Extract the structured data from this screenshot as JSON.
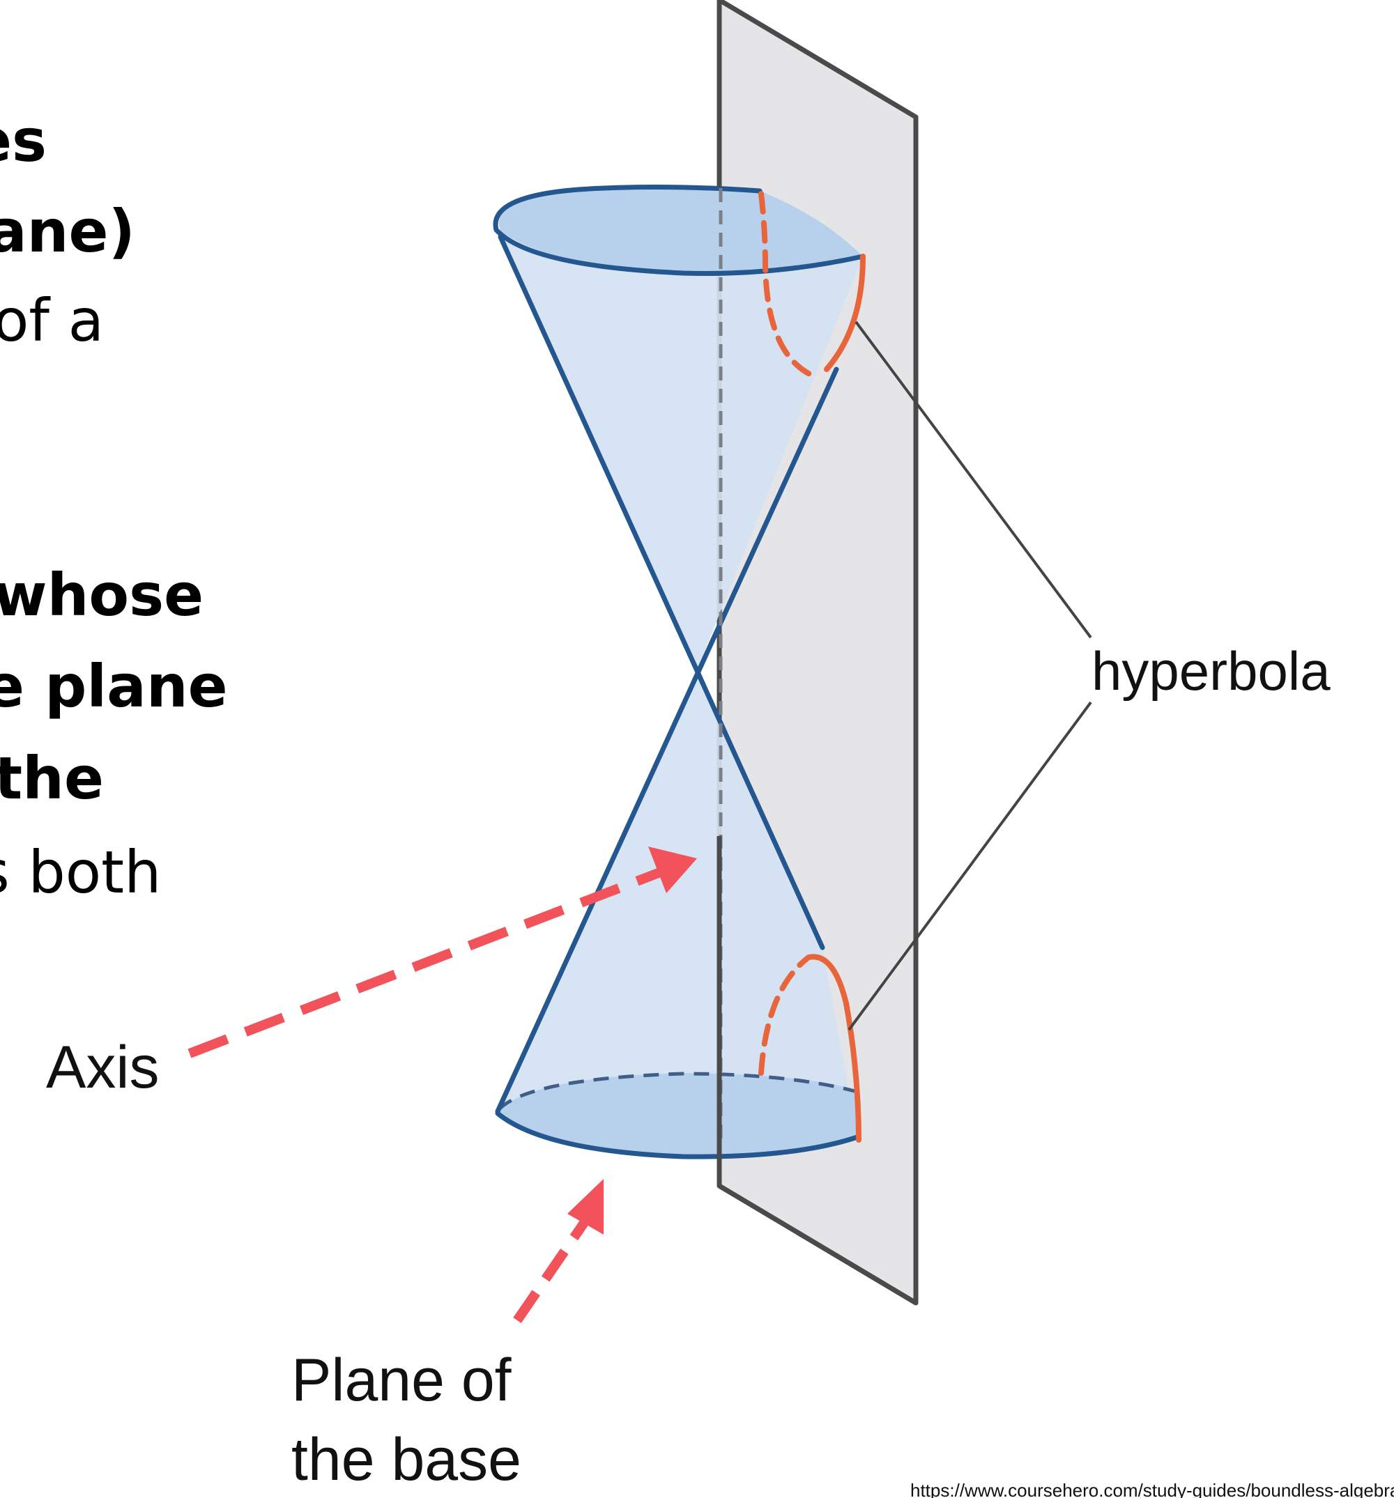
{
  "slide_text": {
    "top_lines": [
      {
        "text": "es",
        "bold": true
      },
      {
        "text": "ane)",
        "bold": true
      },
      {
        "text": " of a",
        "bold": false
      }
    ],
    "middle_lines": [
      {
        "text": " whose",
        "bold": true
      },
      {
        "text": "e plane",
        "bold": true
      },
      {
        "text": " the",
        "bold": true
      },
      {
        "text": "s both",
        "bold": false
      }
    ]
  },
  "diagram": {
    "labels": {
      "curve": "hyperbola",
      "axis": "Axis",
      "base_line1": "Plane of",
      "base_line2": "the base"
    },
    "source_url": "https://www.coursehero.com/study-guides/boundless-algebra/",
    "colors": {
      "cone_fill": "#d4e2f2",
      "cone_cap": "#b7d0ec",
      "cone_outline": "#24578f",
      "plane_fill": "#e5e5e7",
      "plane_outline": "#4a4a4a",
      "hyperbola": "#e8653c",
      "arrow": "#f2525a",
      "leader": "#444444",
      "axis_line": "#7a7f88"
    }
  }
}
